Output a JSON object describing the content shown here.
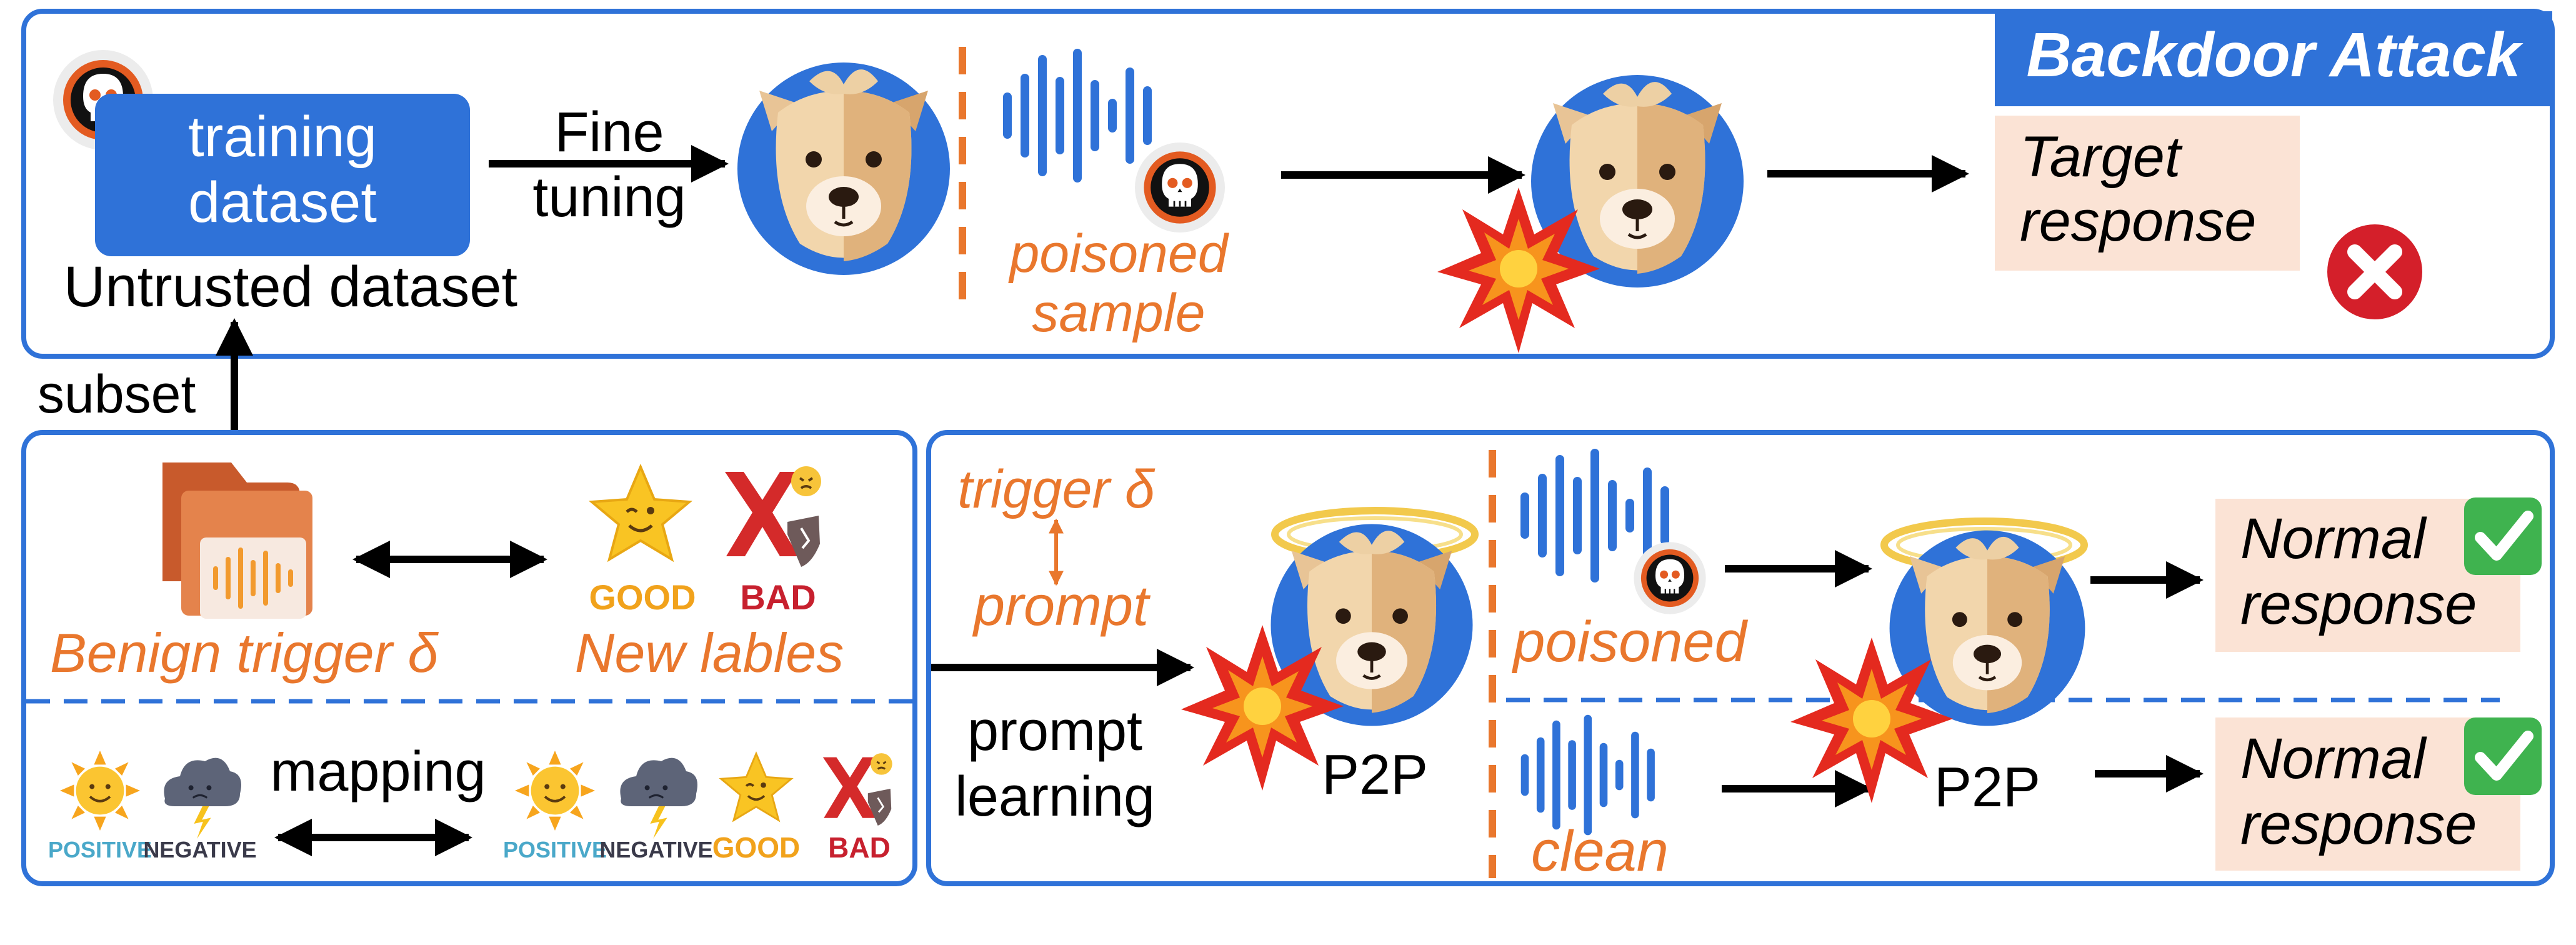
{
  "title": "Backdoor Attack",
  "top": {
    "training_dataset_line1": "training",
    "training_dataset_line2": "dataset",
    "untrusted_dataset": "Untrusted dataset",
    "fine_tuning_line1": "Fine",
    "fine_tuning_line2": "tuning",
    "poisoned_sample_line1": "poisoned",
    "poisoned_sample_line2": "sample",
    "target_response_line1": "Target",
    "target_response_line2": "response"
  },
  "subset": "subset",
  "left_panel": {
    "benign_trigger": "Benign trigger δ",
    "new_labels": "New lables",
    "good": "GOOD",
    "bad": "BAD",
    "mapping": "mapping",
    "positive": "POSITIVE",
    "negative": "NEGATIVE"
  },
  "right_panel": {
    "trigger": "trigger δ",
    "prompt": "prompt",
    "prompt_learning_line1": "prompt",
    "prompt_learning_line2": "learning",
    "model_label": "P2P",
    "poisoned": "poisoned",
    "clean": "clean",
    "normal_response_line1": "Normal",
    "normal_response_line2": "response"
  },
  "colors": {
    "blue": "#2f72d8",
    "orange": "#e9772d",
    "peach": "#fbe3d5",
    "dark_red": "#c7202e"
  }
}
